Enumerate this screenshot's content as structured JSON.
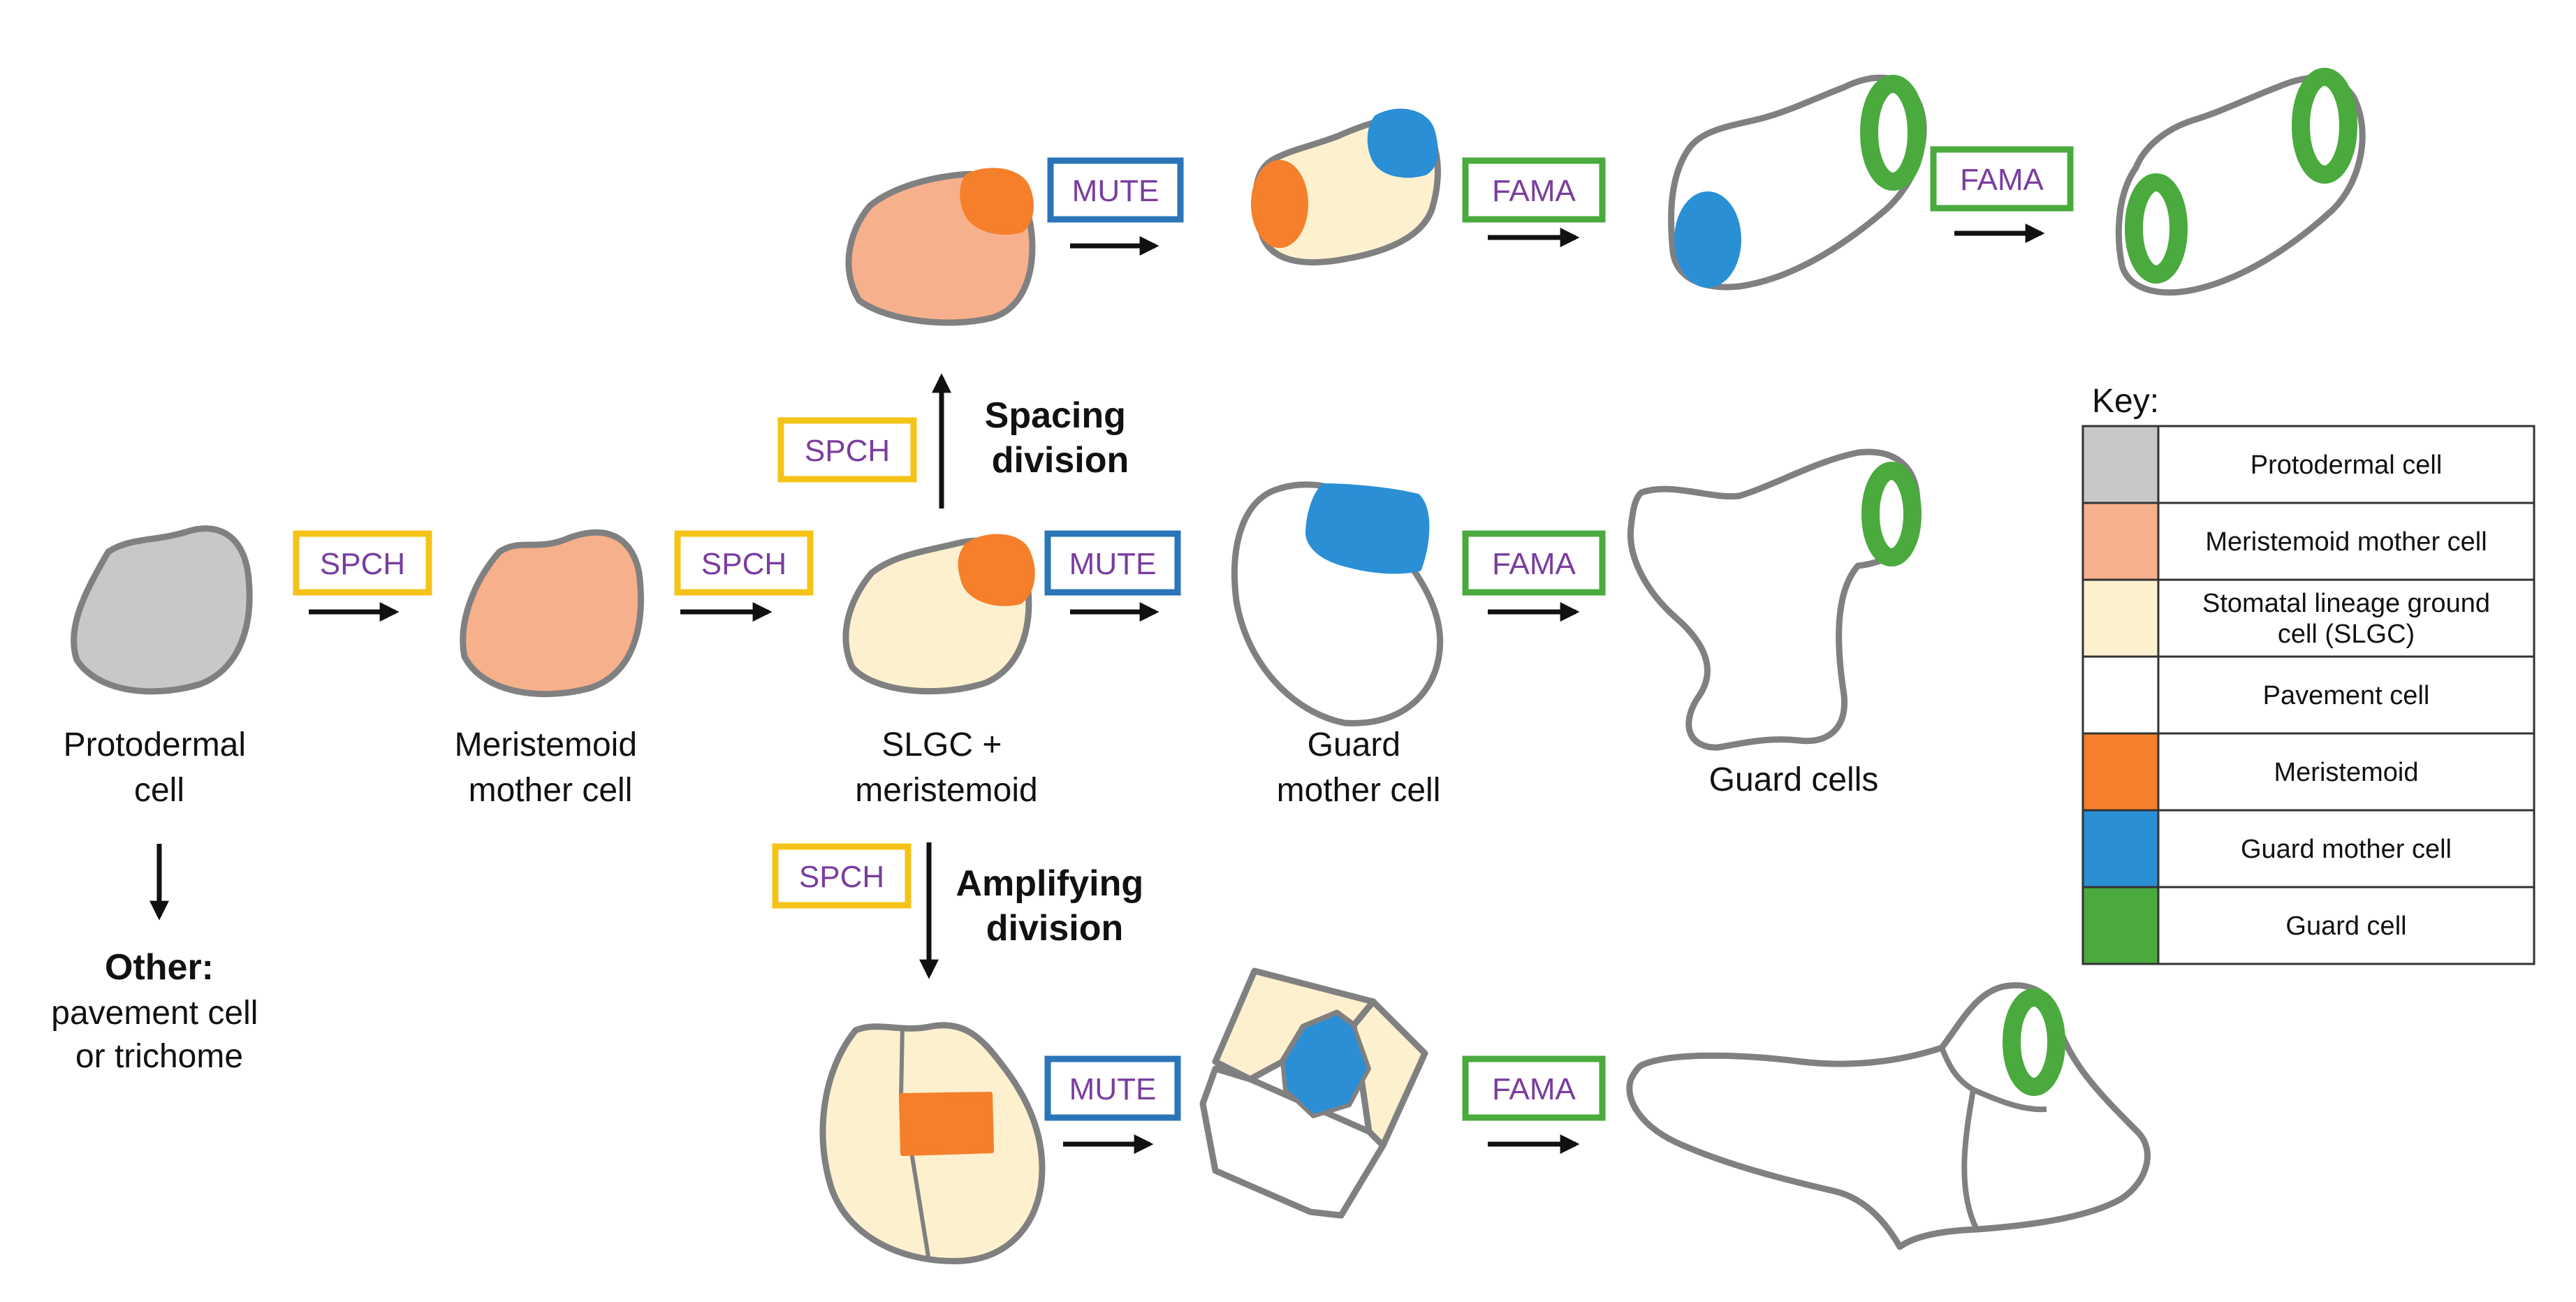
{
  "colors": {
    "protodermal": "#c8c8c8",
    "mmc": "#f7b08c",
    "slgc": "#fdf0cf",
    "pavement": "#ffffff",
    "meristemoid": "#f57f2a",
    "gmc": "#2b8fd6",
    "guard": "#4aaa3e",
    "outline": "#808080",
    "spch": "#f5c318",
    "mute": "#2a74b8",
    "fama": "#4aaa3e",
    "gene_text": "#7a3d9e"
  },
  "stages": {
    "protodermal": [
      "Protodermal",
      "cell"
    ],
    "mmc": [
      "Meristemoid",
      "mother cell"
    ],
    "slgc": [
      "SLGC +",
      "meristemoid"
    ],
    "gmc": [
      "Guard",
      "mother cell"
    ],
    "guard": [
      "Guard cells"
    ],
    "other_title": "Other:",
    "other": [
      "pavement cell",
      "or trichome"
    ]
  },
  "divisions": {
    "spacing": [
      "Spacing",
      "division"
    ],
    "amplifying": [
      "Amplifying",
      "division"
    ]
  },
  "genes": {
    "spch": "SPCH",
    "mute": "MUTE",
    "fama": "FAMA"
  },
  "key": {
    "title": "Key:",
    "items": [
      {
        "color": "#c8c8c8",
        "label": [
          "Protodermal cell"
        ]
      },
      {
        "color": "#f7b08c",
        "label": [
          "Meristemoid mother cell"
        ]
      },
      {
        "color": "#fdf0cf",
        "label": [
          "Stomatal lineage ground",
          "cell (SLGC)"
        ]
      },
      {
        "color": "#ffffff",
        "label": [
          "Pavement cell"
        ]
      },
      {
        "color": "#f57f2a",
        "label": [
          "Meristemoid"
        ]
      },
      {
        "color": "#2b8fd6",
        "label": [
          "Guard mother cell"
        ]
      },
      {
        "color": "#4aaa3e",
        "label": [
          "Guard cell"
        ]
      }
    ]
  }
}
